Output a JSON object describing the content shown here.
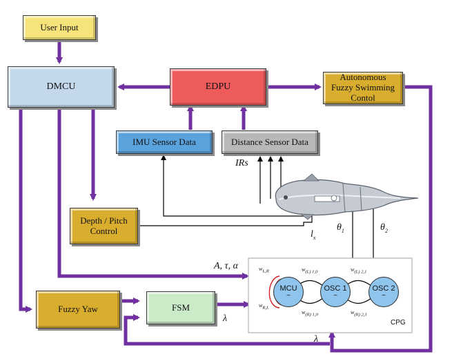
{
  "blocks": {
    "user_input": "User Input",
    "dmcu": "DMCU",
    "edpu": "EDPU",
    "fuzzy_swim": "Autonomous Fuzzy Swimming Contol",
    "imu": "IMU Sensor Data",
    "distance": "Distance Sensor Data",
    "depth": "Depth / Pitch Control",
    "fuzzy_yaw": "Fuzzy Yaw",
    "fsm": "FSM"
  },
  "labels": {
    "irs": "IRs",
    "lx": "l",
    "lx_sub": "x",
    "theta1": "θ",
    "theta1_sub": "1",
    "theta2": "θ",
    "theta2_sub": "2",
    "params": "A, τ, α",
    "lambda_fsm": "λ",
    "lambda_bottom": "λ"
  },
  "cpg": {
    "title": "CPG",
    "mcu": "MCU",
    "osc1": "OSC 1",
    "osc2": "OSC 2",
    "wave": "~",
    "w_lr": "w",
    "w_lr_sub": "L,R",
    "w_rl": "w",
    "w_rl_sub": "R,L",
    "w_l10": "w",
    "w_l10_sub": "(L) 1,0",
    "w_l21": "w",
    "w_l21_sub": "(L) 2,1",
    "w_r10": "w",
    "w_r10_sub": "(R) 1,0",
    "w_r21": "w",
    "w_r21_sub": "(R) 2,1"
  },
  "colors": {
    "arrow_purple": "#7030a0",
    "user_input": "#f6e37a",
    "dmcu": "#c4d8ec",
    "edpu": "#ee5b5b",
    "fuzzy_swim": "#d9ad2d",
    "imu": "#5aa2dc",
    "distance": "#b8b8b8",
    "depth": "#d9ad2d",
    "fuzzy_yaw": "#d9ad2d",
    "fsm": "#cbeac8"
  }
}
